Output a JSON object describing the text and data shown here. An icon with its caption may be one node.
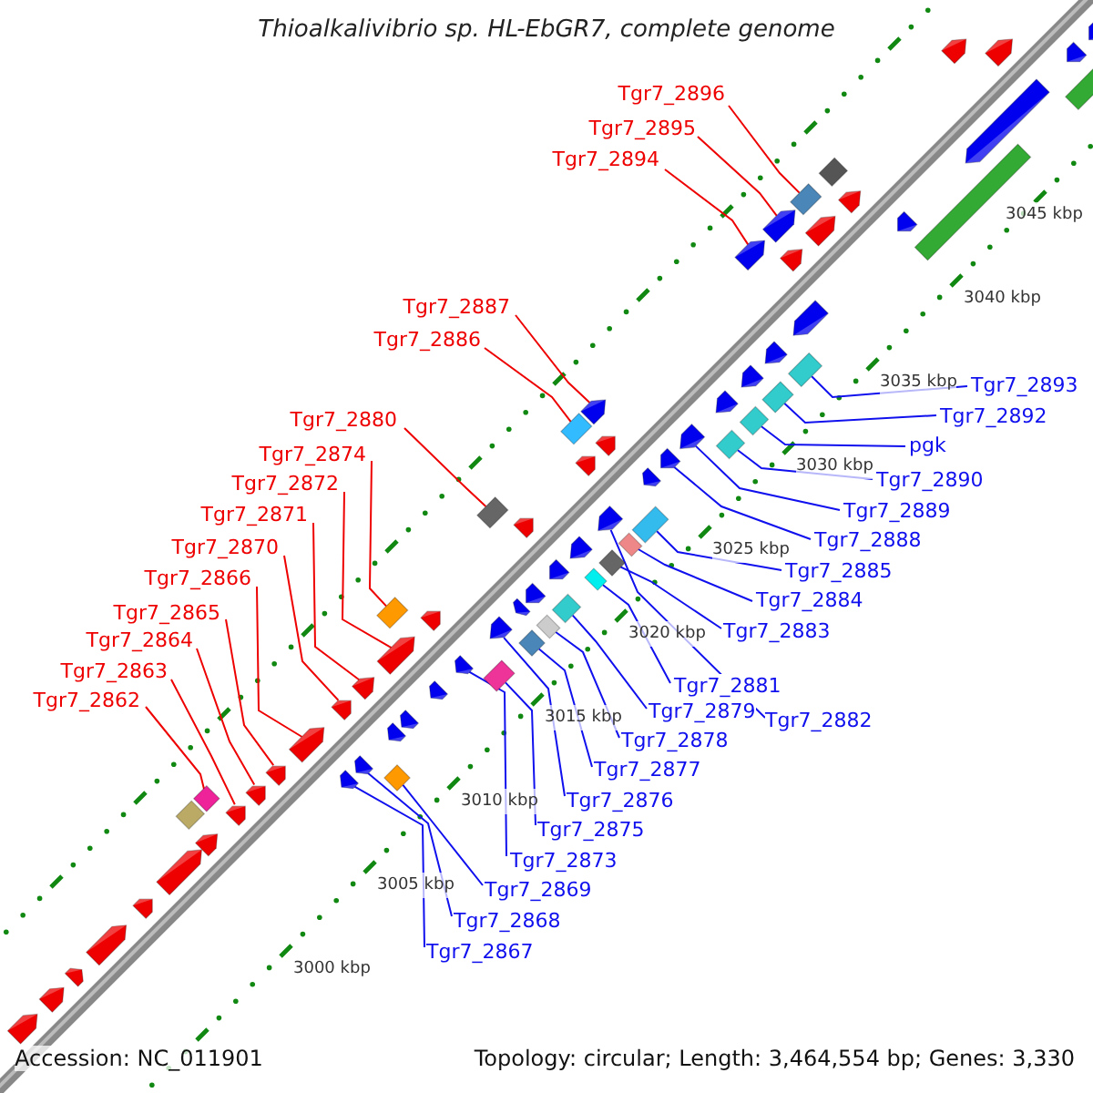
{
  "diagram": {
    "title": "Thioalkalivibrio sp. HL-EbGR7, complete genome",
    "nodes": [
      {
        "text": [
          "Tgr7_2896"
        ]
      },
      {
        "text": [
          "Tgr7_2895"
        ]
      },
      {
        "text": [
          "Tgr7_2894"
        ]
      },
      {
        "text": [
          "Tgr7_2887"
        ]
      },
      {
        "text": [
          "Tgr7_2886"
        ]
      },
      {
        "text": [
          "Tgr7_2880"
        ]
      },
      {
        "text": [
          "Tgr7_2874"
        ]
      },
      {
        "text": [
          "Tgr7_2872"
        ]
      },
      {
        "text": [
          "Tgr7_2871"
        ]
      },
      {
        "text": [
          "Tgr7_2870"
        ]
      },
      {
        "text": [
          "Tgr7_2866"
        ]
      },
      {
        "text": [
          "Tgr7_2865"
        ]
      },
      {
        "text": [
          "Tgr7_2864"
        ]
      },
      {
        "text": [
          "Tgr7_2863"
        ]
      },
      {
        "text": [
          "Tgr7_2862"
        ]
      },
      {
        "text": [
          "Tgr7_2893"
        ]
      },
      {
        "text": [
          "Tgr7_2892"
        ]
      },
      {
        "text": [
          "pgk"
        ]
      },
      {
        "text": [
          "Tgr7_2890"
        ]
      },
      {
        "text": [
          "Tgr7_2889"
        ]
      },
      {
        "text": [
          "Tgr7_2888"
        ]
      },
      {
        "text": [
          "Tgr7_2885"
        ]
      },
      {
        "text": [
          "Tgr7_2884"
        ]
      },
      {
        "text": [
          "Tgr7_2883"
        ]
      },
      {
        "text": [
          "Tgr7_2881"
        ]
      },
      {
        "text": [
          "Tgr7_2882"
        ]
      },
      {
        "text": [
          "Tgr7_2879"
        ]
      },
      {
        "text": [
          "Tgr7_2878"
        ]
      },
      {
        "text": [
          "Tgr7_2877"
        ]
      },
      {
        "text": [
          "Tgr7_2876"
        ]
      },
      {
        "text": [
          "Tgr7_2875"
        ]
      },
      {
        "text": [
          "Tgr7_2873"
        ]
      },
      {
        "text": [
          "Tgr7_2869"
        ]
      },
      {
        "text": [
          "Tgr7_2868"
        ]
      },
      {
        "text": [
          "Tgr7_2867"
        ]
      },
      {
        "text": [],
        "shape": "diamond"
      },
      {
        "text": [],
        "shape": "pentagon"
      },
      {
        "text": [],
        "shape": "pentagon"
      },
      {
        "text": [],
        "shape": "pentagon"
      },
      {
        "text": [],
        "shape": "diamond"
      },
      {
        "text": [],
        "shape": "diamond"
      },
      {
        "text": [],
        "shape": "diamond"
      },
      {
        "text": [],
        "shape": "pentagon"
      },
      {
        "text": [],
        "shape": "pentagon"
      },
      {
        "text": [],
        "shape": "pentagon"
      },
      {
        "text": [],
        "shape": "pentagon"
      },
      {
        "text": [],
        "shape": "pentagon"
      },
      {
        "text": [],
        "shape": "pentagon"
      },
      {
        "text": [],
        "shape": "pentagon"
      },
      {
        "text": [],
        "shape": "diamond"
      },
      {
        "text": [],
        "shape": "diamond"
      },
      {
        "text": [],
        "shape": "diamond"
      },
      {
        "text": [],
        "shape": "diamond"
      },
      {
        "text": [],
        "shape": "diamond"
      },
      {
        "text": [],
        "shape": "pentagon"
      },
      {
        "text": [],
        "shape": "pentagon"
      },
      {
        "text": [],
        "shape": "diamond"
      },
      {
        "text": [],
        "shape": "diamond"
      },
      {
        "text": [],
        "shape": "diamond"
      },
      {
        "text": [],
        "shape": "diamond"
      },
      {
        "text": [],
        "shape": "pentagon"
      },
      {
        "text": [],
        "shape": "diamond"
      },
      {
        "text": [],
        "shape": "diamond"
      },
      {
        "text": [],
        "shape": "diamond"
      },
      {
        "text": [],
        "shape": "pentagon"
      },
      {
        "text": [],
        "shape": "diamond"
      },
      {
        "text": [],
        "shape": "pentagon"
      },
      {
        "text": [],
        "shape": "diamond"
      },
      {
        "text": [],
        "shape": "pentagon"
      },
      {
        "text": [],
        "shape": "pentagon"
      }
    ],
    "edges": [
      {
        "from": 0,
        "to": 35,
        "arrow": "none",
        "color": "#ee0000"
      },
      {
        "from": 1,
        "to": 36,
        "arrow": "none",
        "color": "#ee0000"
      },
      {
        "from": 2,
        "to": 37,
        "arrow": "none",
        "color": "#ee0000"
      },
      {
        "from": 3,
        "to": 38,
        "arrow": "none",
        "color": "#ee0000"
      },
      {
        "from": 4,
        "to": 39,
        "arrow": "none",
        "color": "#ee0000"
      },
      {
        "from": 5,
        "to": 40,
        "arrow": "none",
        "color": "#ee0000"
      },
      {
        "from": 6,
        "to": 41,
        "arrow": "none",
        "color": "#ee0000"
      },
      {
        "from": 7,
        "to": 42,
        "arrow": "none",
        "color": "#ee0000"
      },
      {
        "from": 8,
        "to": 43,
        "arrow": "none",
        "color": "#ee0000"
      },
      {
        "from": 9,
        "to": 44,
        "arrow": "none",
        "color": "#ee0000"
      },
      {
        "from": 10,
        "to": 45,
        "arrow": "none",
        "color": "#ee0000"
      },
      {
        "from": 11,
        "to": 46,
        "arrow": "none",
        "color": "#ee0000"
      },
      {
        "from": 12,
        "to": 47,
        "arrow": "none",
        "color": "#ee0000"
      },
      {
        "from": 13,
        "to": 48,
        "arrow": "none",
        "color": "#ee0000"
      },
      {
        "from": 14,
        "to": 49,
        "arrow": "none",
        "color": "#ee0000"
      },
      {
        "from": 15,
        "to": 50,
        "arrow": "none"
      },
      {
        "from": 16,
        "to": 51,
        "arrow": "none"
      },
      {
        "from": 17,
        "to": 52,
        "arrow": "none"
      },
      {
        "from": 18,
        "to": 53,
        "arrow": "none"
      },
      {
        "from": 19,
        "to": 54,
        "arrow": "none"
      },
      {
        "from": 20,
        "to": 55,
        "arrow": "none"
      },
      {
        "from": 21,
        "to": 56,
        "arrow": "none"
      },
      {
        "from": 22,
        "to": 57,
        "arrow": "none"
      },
      {
        "from": 23,
        "to": 58,
        "arrow": "none"
      },
      {
        "from": 24,
        "to": 59,
        "arrow": "none"
      },
      {
        "from": 25,
        "to": 60,
        "arrow": "none"
      },
      {
        "from": 26,
        "to": 61,
        "arrow": "none"
      },
      {
        "from": 27,
        "to": 62,
        "arrow": "none"
      },
      {
        "from": 28,
        "to": 63,
        "arrow": "none"
      },
      {
        "from": 29,
        "to": 64,
        "arrow": "none"
      },
      {
        "from": 30,
        "to": 65,
        "arrow": "none"
      },
      {
        "from": 31,
        "to": 66,
        "arrow": "none"
      },
      {
        "from": 32,
        "to": 67,
        "arrow": "none"
      },
      {
        "from": 33,
        "to": 68,
        "arrow": "none"
      },
      {
        "from": 34,
        "to": 69,
        "arrow": "none"
      }
    ],
    "labels": [
      "3045 kbp",
      "3040 kbp",
      "3035 kbp",
      "3030 kbp",
      "3025 kbp",
      "3020 kbp",
      "3015 kbp",
      "3010 kbp",
      "3005 kbp",
      "3000 kbp",
      "Accession: NC_011901",
      "Topology: circular; Length: 3,464,554 bp; Genes: 3,330"
    ]
  }
}
